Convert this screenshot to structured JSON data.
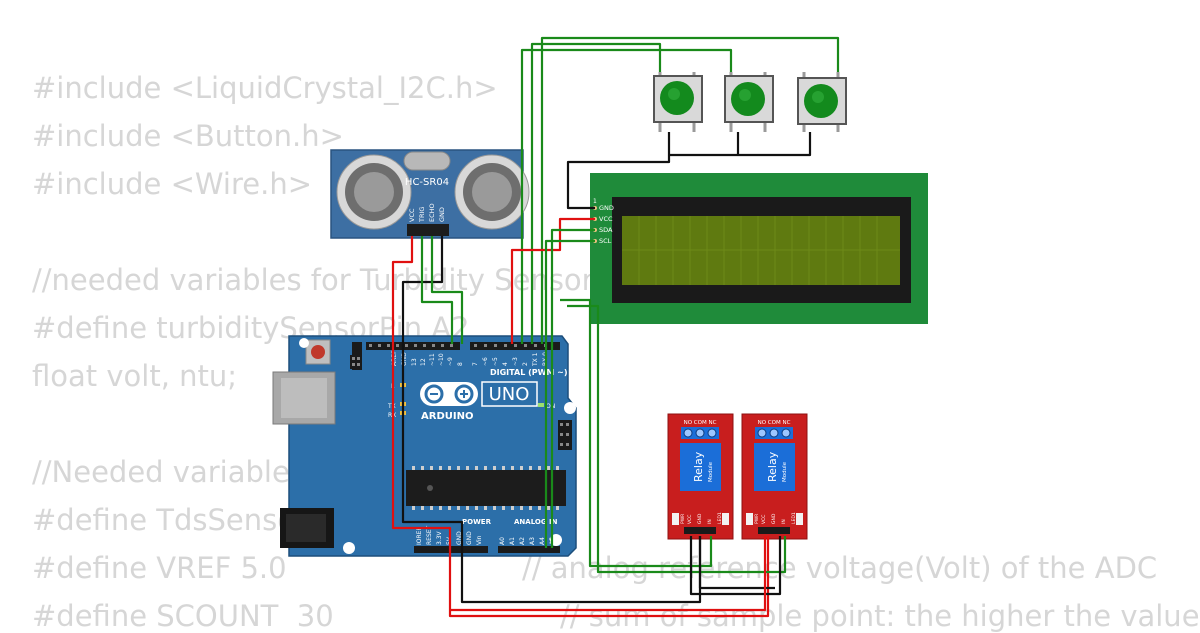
{
  "code_lines": [
    "#include <LiquidCrystal_I2C.h>",
    "#include <Button.h>",
    "#include <Wire.h>",
    "",
    "//needed variables for Turbidity Sensor",
    "#define turbiditySensorPin A2",
    "float volt, ntu;",
    "",
    "//Needed variables for TDS Sensor",
    "#define TdsSensorPin A1",
    "#define VREF 5.0",
    "#define SCOUNT  30"
  ],
  "code_comments": {
    "vref": "// analog reference voltage(Volt) of the ADC",
    "scount": "// sum of sample point: the higher the value"
  },
  "components": {
    "ultrasonic": {
      "model": "HC-SR04",
      "pins": [
        "VCC",
        "TRIG",
        "ECHO",
        "GND"
      ]
    },
    "lcd": {
      "pin_one": "1",
      "pins": [
        "GND",
        "VCC",
        "SDA",
        "SCL"
      ]
    },
    "arduino": {
      "brand": "ARDUINO",
      "model": "UNO",
      "digital_header": "DIGITAL (PWM ~)",
      "digital_pins": [
        "AREF",
        "GND",
        "13",
        "12",
        "~11",
        "~10",
        "~9",
        "8",
        "7",
        "~6",
        "~5",
        "4",
        "~3",
        "2",
        "TX 1",
        "RX 0"
      ],
      "power_header": "POWER",
      "power_pins": [
        "IOREF",
        "RESET",
        "3.3V",
        "5V",
        "GND",
        "GND",
        "Vin"
      ],
      "analog_header": "ANALOG IN",
      "analog_pins": [
        "A0",
        "A1",
        "A2",
        "A3",
        "A4",
        "A5"
      ],
      "led_labels": [
        "L",
        "TX",
        "RX",
        "ON"
      ]
    },
    "relays": [
      {
        "title": "Relay",
        "subtitle": "Module",
        "terminals": "NO COM NC",
        "pins": [
          "VCC",
          "GND",
          "IN"
        ],
        "leds": [
          "PWR",
          "LED1"
        ]
      },
      {
        "title": "Relay",
        "subtitle": "Module",
        "terminals": "NO COM NC",
        "pins": [
          "VCC",
          "GND",
          "IN"
        ],
        "leds": [
          "PWR",
          "LED1"
        ]
      }
    ]
  },
  "colors": {
    "code_text": "#d6d6d6",
    "wire_green": "#1a8a1a",
    "wire_red": "#e01010",
    "wire_black": "#111111",
    "arduino_board": "#2c6fa9",
    "lcd_board": "#1f8b3a",
    "lcd_screen": "#5f7a10",
    "relay_board": "#c81e1e",
    "relay_coil": "#1b6ed8",
    "sensor_board": "#3d6fa3",
    "button_cap": "#138a1d"
  }
}
